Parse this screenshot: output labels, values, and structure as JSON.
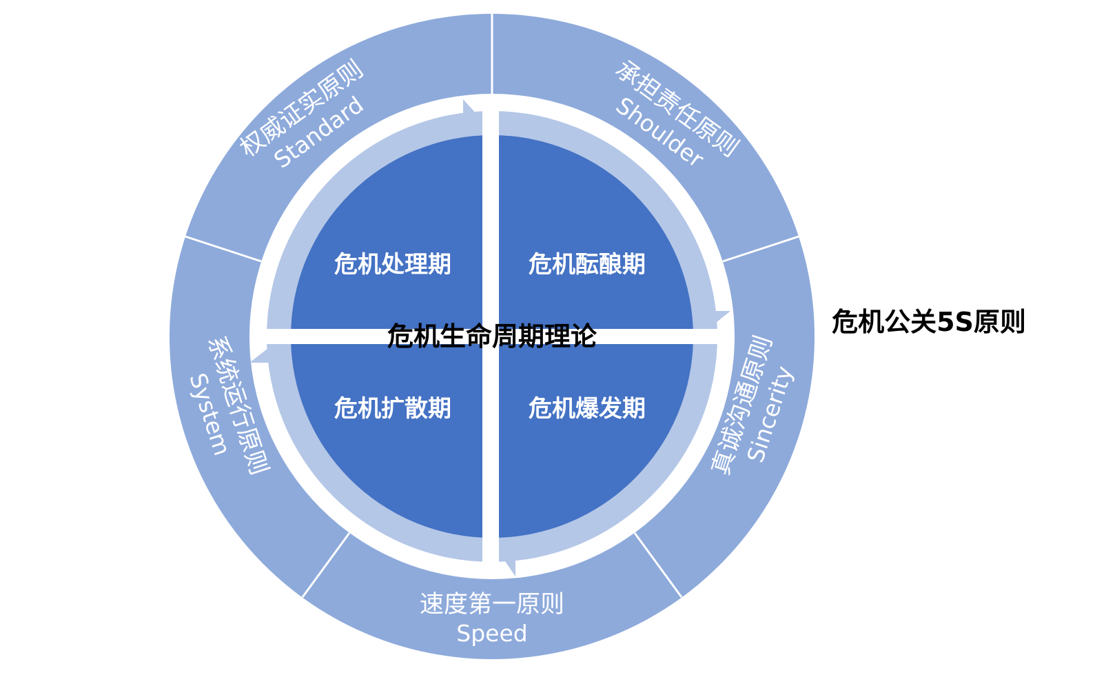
{
  "colors": {
    "outer_ring": "#8eaadb",
    "inner_arrow_band": "#b4c7e7",
    "inner_quadrant": "#4472c4",
    "separator": "#ffffff",
    "center_text": "#000000",
    "label_text": "#ffffff"
  },
  "center_title": "危机生命周期理论",
  "side_title": "危机公关5S原则",
  "quadrants": [
    {
      "id": "top-left",
      "label": "危机处理期"
    },
    {
      "id": "top-right",
      "label": "危机酝酿期"
    },
    {
      "id": "bottom-left",
      "label": "危机扩散期"
    },
    {
      "id": "bottom-right",
      "label": "危机爆发期"
    }
  ],
  "segments": [
    {
      "id": "standard",
      "title": "权威证实原则",
      "subtitle": "Standard"
    },
    {
      "id": "shoulder",
      "title": "承担责任原则",
      "subtitle": "Shoulder"
    },
    {
      "id": "sincerity",
      "title": "真诚沟通原则",
      "subtitle": "Sincerity"
    },
    {
      "id": "speed",
      "title": "速度第一原则",
      "subtitle": "Speed"
    },
    {
      "id": "system",
      "title": "系统运行原则",
      "subtitle": "System"
    }
  ]
}
